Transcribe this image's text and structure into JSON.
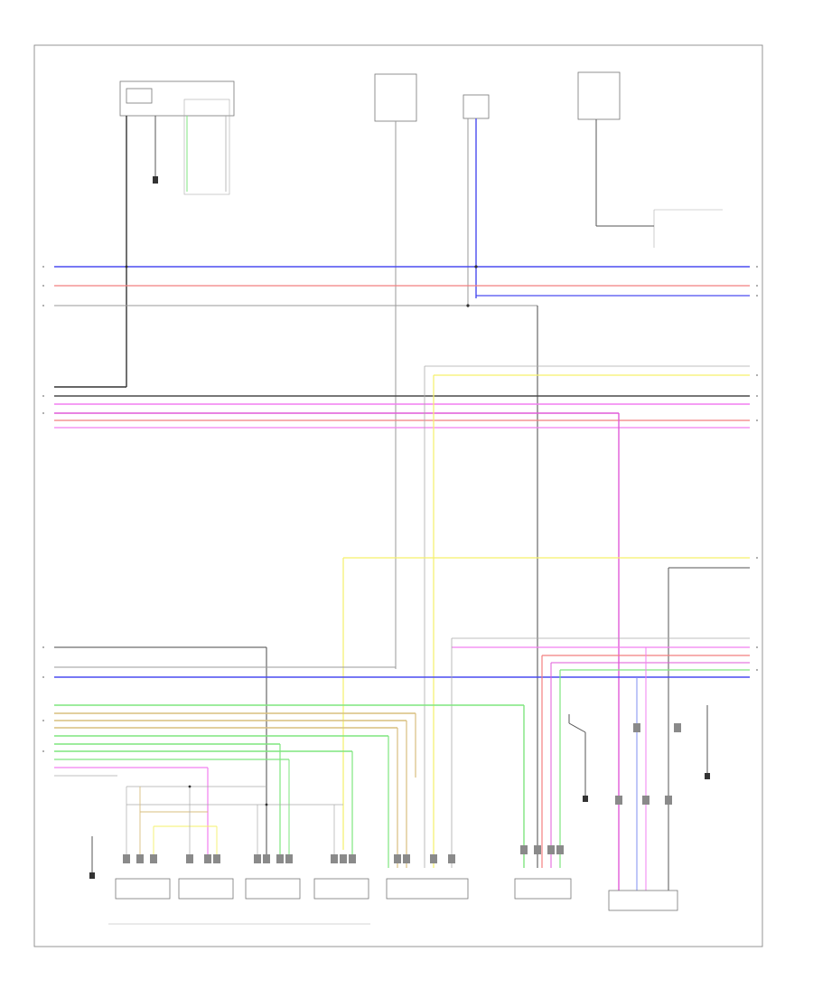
{
  "page_number": "",
  "diagram": {
    "components_top": [
      {
        "key": "seat_heater_sw",
        "label": ""
      },
      {
        "key": "auto_ac",
        "label": ""
      },
      {
        "key": "sensor",
        "label": ""
      },
      {
        "key": "body_ecu",
        "label": ""
      },
      {
        "key": "connector_right",
        "label": ""
      }
    ],
    "components_bottom": [
      {
        "key": "motor1",
        "label": ""
      },
      {
        "key": "motor2",
        "label": ""
      },
      {
        "key": "motor3",
        "label": ""
      },
      {
        "key": "motor4",
        "label": ""
      },
      {
        "key": "blower_controller",
        "label": ""
      },
      {
        "key": "ambient_sensor",
        "label": ""
      },
      {
        "key": "solar_sensor",
        "label": ""
      }
    ],
    "group_caption": "",
    "wire_colors": {
      "blue": "#4a4cf0",
      "red": "#f27f7f",
      "gray": "#9a9a9a",
      "dark": "#4a4a4a",
      "pink": "#f27ff0",
      "magenta": "#e05ad8",
      "yellow": "#f5f06a",
      "green": "#7fe57f",
      "tan": "#d8bf7f",
      "lightblue": "#7f8ff0",
      "black": "#333333"
    }
  }
}
